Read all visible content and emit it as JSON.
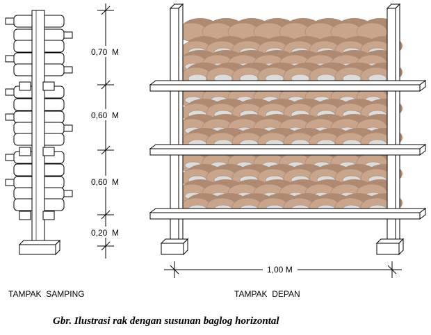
{
  "dimensions": {
    "d1": "0,70  M",
    "d2": "0,60  M",
    "d3": "0,60  M",
    "d4": "0,20  M",
    "width": "1,00 M"
  },
  "views": {
    "side": "TAMPAK  SAMPING",
    "front": "TAMPAK  DEPAN"
  },
  "caption": "Gbr. Ilustrasi rak dengan susunan baglog horizontal",
  "colors": {
    "baglog": "#c9a58c",
    "baglog_shade": "#b08a70",
    "baglog_opening": "#dcdcdc",
    "frame": "#ffffff",
    "line": "#000000"
  }
}
